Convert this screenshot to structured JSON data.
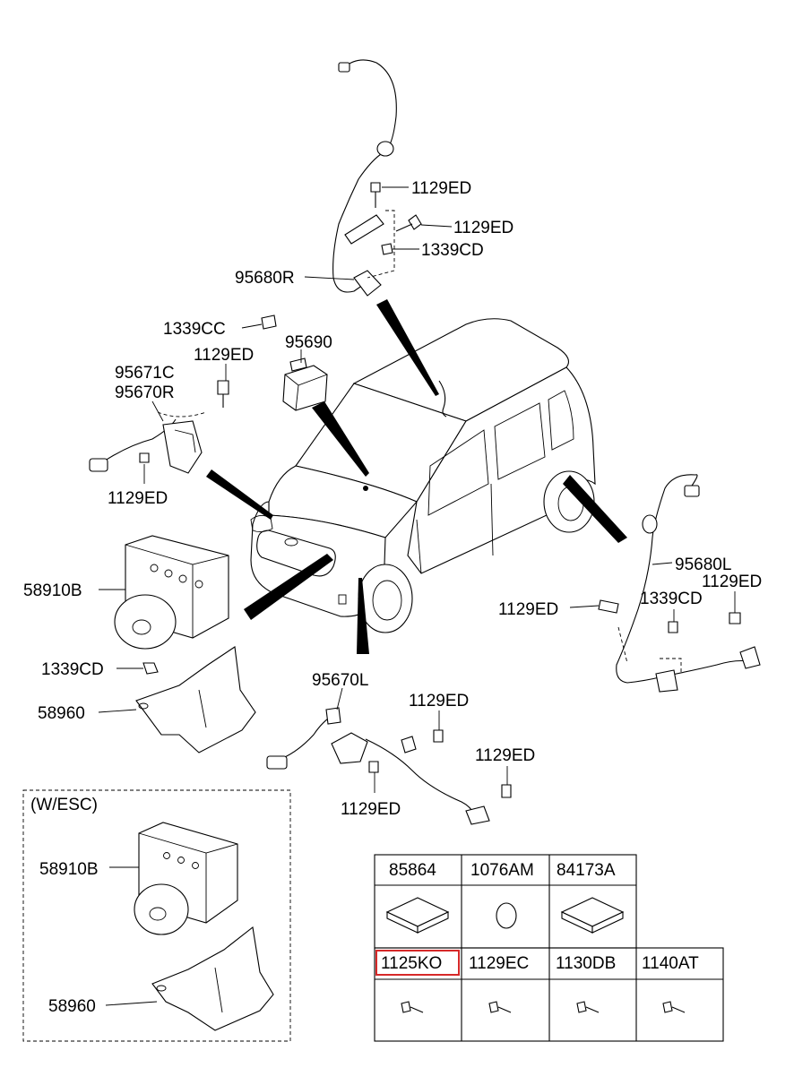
{
  "callouts": {
    "c1129ed_top": "1129ED",
    "c1129ed_top2": "1129ED",
    "c1339cd_top": "1339CD",
    "c95680r": "95680R",
    "c1339cc": "1339CC",
    "c95690": "95690",
    "c1129ed_left": "1129ED",
    "c95671c": "95671C",
    "c95670r": "95670R",
    "c1129ed_left2": "1129ED",
    "c58910b": "58910B",
    "c1339cd_left": "1339CD",
    "c58960": "58960",
    "c95670l": "95670L",
    "c1129ed_mid": "1129ED",
    "c1129ed_mid2": "1129ED",
    "c1129ed_mid3": "1129ED",
    "c95680l": "95680L",
    "c1129ed_right_a": "1129ED",
    "c1339cd_right": "1339CD",
    "c1129ed_right_b": "1129ED"
  },
  "esc_box": {
    "title": "(W/ESC)",
    "c58910b": "58910B",
    "c58960": "58960"
  },
  "parts_table": {
    "row1": [
      "85864",
      "1076AM",
      "84173A"
    ],
    "row2": [
      "1125KO",
      "1129EC",
      "1130DB",
      "1140AT"
    ],
    "highlighted": "1125KO",
    "highlight_color": "#d62828"
  },
  "icons": [
    "pad-icon",
    "grommet-icon",
    "bolt-icon"
  ]
}
